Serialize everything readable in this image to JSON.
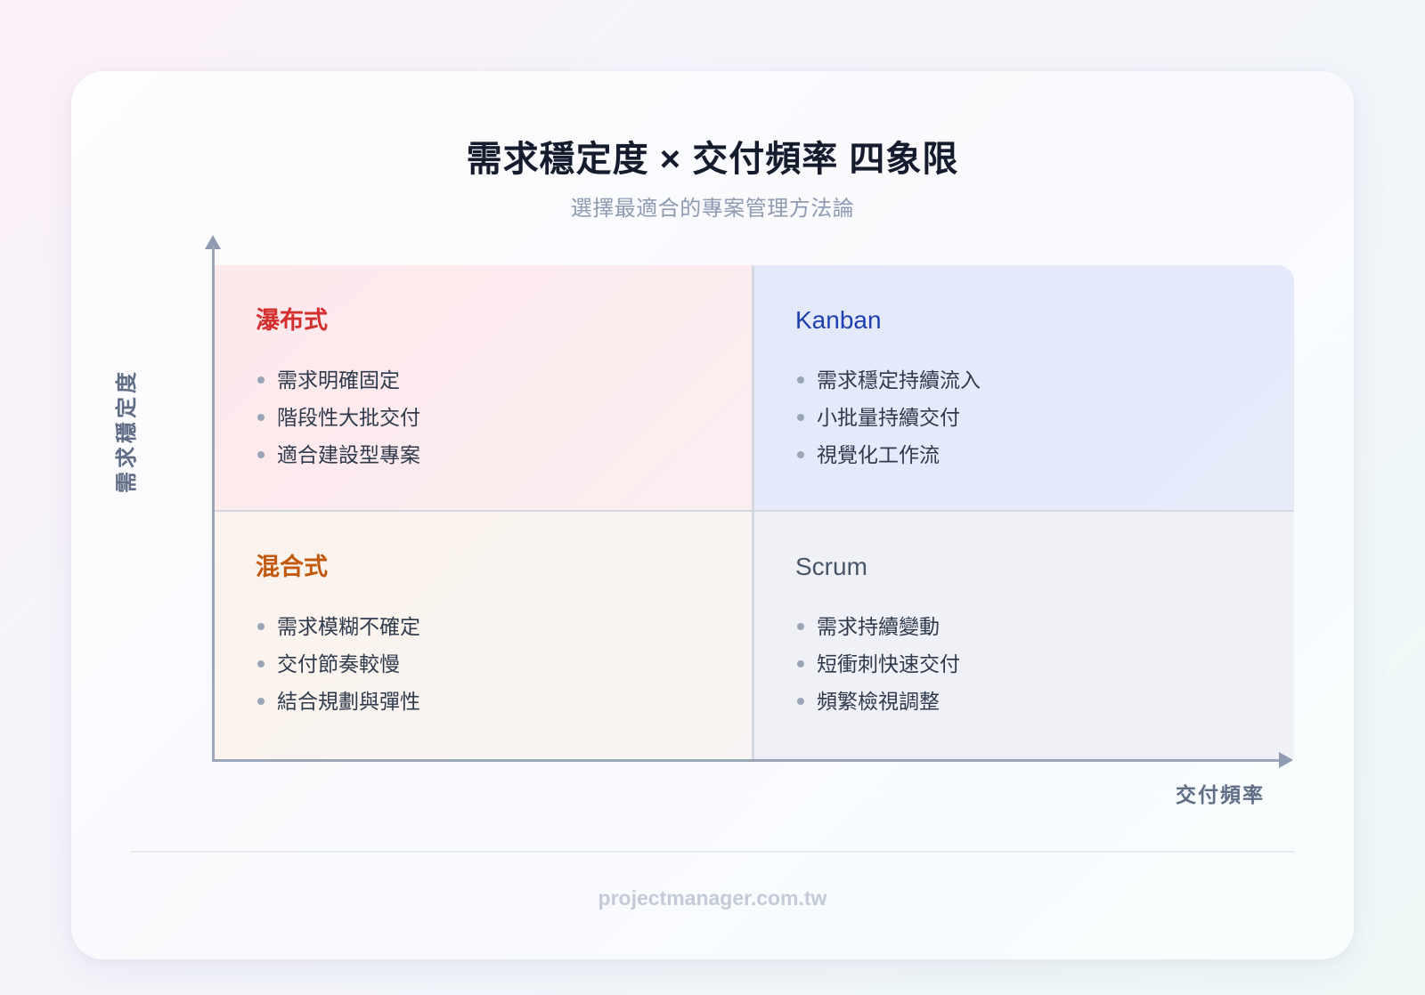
{
  "header": {
    "title": "需求穩定度 × 交付頻率 四象限",
    "subtitle": "選擇最適合的專案管理方法論"
  },
  "axes": {
    "y_label": "需求穩定度",
    "x_label": "交付頻率",
    "axis_color": "#9aa6b8"
  },
  "quadrants": [
    {
      "position": "top-left",
      "title": "瀑布式",
      "title_color": "#d32f2f",
      "background": "#fde8ec",
      "items": [
        "需求明確固定",
        "階段性大批交付",
        "適合建設型專案"
      ]
    },
    {
      "position": "top-right",
      "title": "Kanban",
      "title_color": "#1e40af",
      "background": "#e3e9fa",
      "items": [
        "需求穩定持續流入",
        "小批量持續交付",
        "視覺化工作流"
      ]
    },
    {
      "position": "bottom-left",
      "title": "混合式",
      "title_color": "#c2580c",
      "background": "#fbf3ec",
      "items": [
        "需求模糊不確定",
        "交付節奏較慢",
        "結合規劃與彈性"
      ]
    },
    {
      "position": "bottom-right",
      "title": "Scrum",
      "title_color": "#475569",
      "background": "#eff1f6",
      "items": [
        "需求持續變動",
        "短衝刺快速交付",
        "頻繁檢視調整"
      ]
    }
  ],
  "footer": {
    "site": "projectmanager.com.tw"
  }
}
